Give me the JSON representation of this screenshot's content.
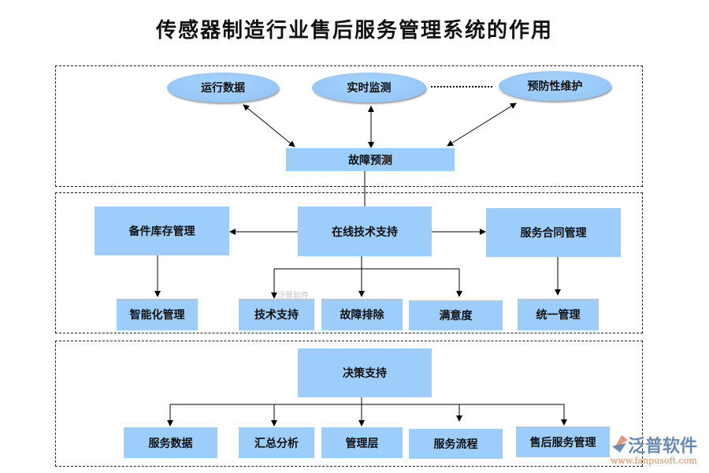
{
  "title": "传感器制造行业售后服务管理系统的作用",
  "section1": {
    "ellipses": [
      "运行数据",
      "实时监测",
      "预防性维护"
    ],
    "center": "故障预测"
  },
  "section2": {
    "left": "备件库存管理",
    "center": "在线技术支持",
    "right": "服务合同管理",
    "children": [
      "智能化管理",
      "技术支持",
      "故障排除",
      "满意度",
      "统一管理"
    ]
  },
  "section3": {
    "center": "决策支持",
    "children": [
      "服务数据",
      "汇总分析",
      "管理层",
      "服务流程",
      "售后服务管理"
    ]
  },
  "watermark": {
    "name": "泛普软件",
    "url": "www.fanpusoft.com"
  },
  "colors": {
    "box": "#9dcdfb",
    "line": "#000000"
  }
}
